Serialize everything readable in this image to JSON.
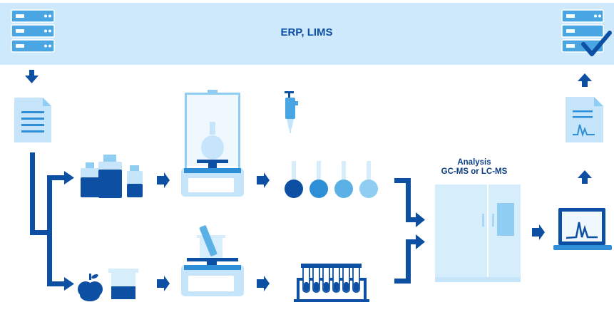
{
  "banner": {
    "title": "ERP, LIMS"
  },
  "analysis": {
    "line1": "Analysis",
    "line2": "GC-MS or LC-MS"
  },
  "colors": {
    "banner": "#cde9fb",
    "dark_blue": "#0d4fa3",
    "mid_blue": "#2f8fd6",
    "light_blue": "#8fcdf2",
    "pale_blue": "#d6edfb"
  },
  "icons": [
    "server-stack-icon",
    "server-stack-check-icon",
    "document-icon",
    "report-document-icon",
    "bottles-icon",
    "balance-with-flask-icon",
    "pipette-icon",
    "volumetric-flasks-icon",
    "apple-icon",
    "beaker-icon",
    "balance-with-beaker-icon",
    "test-tube-rack-icon",
    "analyzer-instrument-icon",
    "laptop-chromatogram-icon"
  ]
}
